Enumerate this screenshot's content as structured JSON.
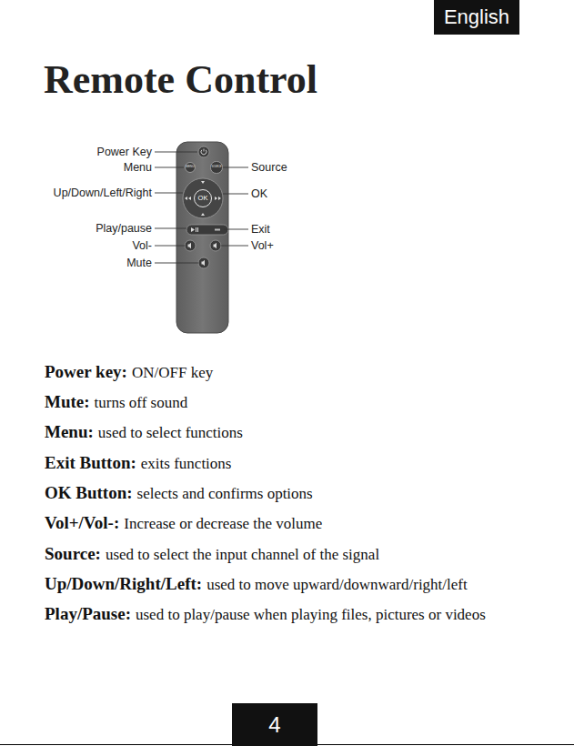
{
  "diagram": {
    "title": "Remote Control",
    "nodes": [
      {
        "text": [
          "English"
        ]
      },
      {
        "text": [
          "MENU"
        ]
      },
      {
        "text": [
          "SOURCE"
        ]
      },
      {
        "text": [
          "OK"
        ]
      },
      {
        "text": [
          "4"
        ]
      }
    ],
    "labels": [
      "Power Key",
      "Menu",
      "Up/Down/Left/Right",
      "Play/pause",
      "Vol-",
      "Mute",
      "Source",
      "OK",
      "Exit",
      "Vol+",
      "Power key:",
      "ON/OFF key",
      "Mute:",
      "turns off sound",
      "Menu:",
      "used to select functions",
      "Exit Button:",
      "exits functions",
      "OK Button:",
      "selects and confirms options",
      "Vol+/Vol-:",
      "Increase or decrease the volume",
      "Source:",
      "used to select the input channel of the signal",
      "Up/Down/Right/Left:",
      "used to move upward/downward/right/left",
      "Play/Pause:",
      "used to play/pause when playing files, pictures or videos"
    ]
  }
}
